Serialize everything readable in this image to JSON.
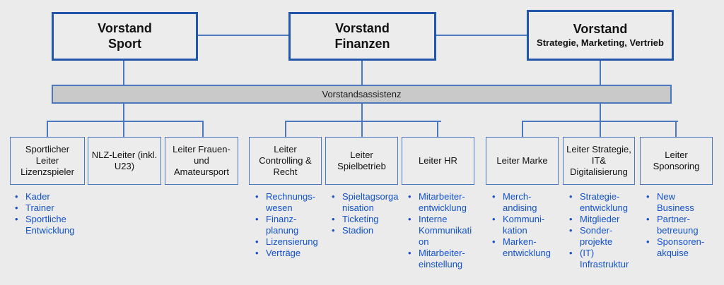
{
  "colors": {
    "background": "#ebebeb",
    "top_box_border": "#2156ac",
    "connector_line": "#4a77be",
    "assist_bar_fill": "#c9c9c9",
    "dept_box_border": "#4a77be",
    "bullet_text": "#1352cc",
    "box_text": "#121212"
  },
  "top_boxes": [
    {
      "line1": "Vorstand",
      "line2": "Sport"
    },
    {
      "line1": "Vorstand",
      "line2": "Finanzen"
    },
    {
      "line1": "Vorstand",
      "line2": "Strategie, Marketing, Vertrieb"
    }
  ],
  "assistant_bar": {
    "label": "Vorstandsassistenz"
  },
  "departments": [
    {
      "title": "Sportlicher Leiter Lizenzspieler",
      "items": [
        "Kader",
        "Trainer",
        "Sportliche Entwicklung"
      ]
    },
    {
      "title": "NLZ-Leiter (inkl. U23)",
      "items": []
    },
    {
      "title": "Leiter Frauen- und Amateursport",
      "items": []
    },
    {
      "title": "Leiter Controlling & Recht",
      "items": [
        "Rechnungs-wesen",
        "Finanz-planung",
        "Lizensierung",
        "Verträge"
      ]
    },
    {
      "title": "Leiter Spielbetrieb",
      "items": [
        "Spieltagsorganisation",
        "Ticketing",
        "Stadion"
      ]
    },
    {
      "title": "Leiter HR",
      "items": [
        "Mitarbeiter-entwicklung",
        "Interne Kommunikation",
        "Mitarbeiter-einstellung"
      ]
    },
    {
      "title": "Leiter Marke",
      "items": [
        "Merch-andising",
        "Kommuni-kation",
        "Marken-entwicklung"
      ]
    },
    {
      "title": "Leiter Strategie, IT& Digitalisierung",
      "items": [
        "Strategie-entwicklung",
        "Mitglieder",
        "Sonder-projekte",
        "(IT) Infrastruktur"
      ]
    },
    {
      "title": "Leiter Sponsoring",
      "items": [
        "New Business",
        "Partner-betreuung",
        "Sponsoren-akquise"
      ]
    }
  ]
}
